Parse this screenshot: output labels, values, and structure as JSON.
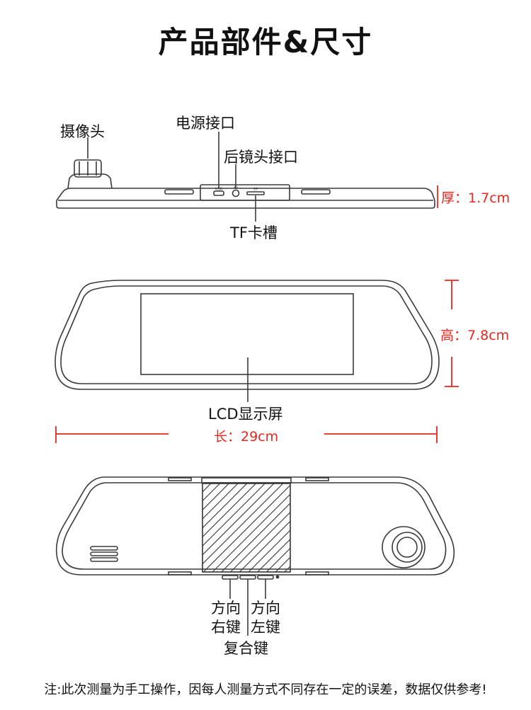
{
  "title": "产品部件&尺寸",
  "side_view": {
    "camera_label": "摄像头",
    "power_port_label": "电源接口",
    "rear_camera_port_label": "后镜头接口",
    "tf_slot_label": "TF卡槽",
    "port_usb": "USB",
    "port_av": "AV",
    "port_tf": "TF",
    "thickness_label": "厚：1.7cm"
  },
  "front_view": {
    "lcd_label": "LCD显示屏",
    "height_label": "高：7.8cm",
    "length_label": "长：29cm"
  },
  "back_view": {
    "btn_right_line1": "方向",
    "btn_right_line2": "右键",
    "btn_left_line1": "方向",
    "btn_left_line2": "左键",
    "btn_combo": "复合键"
  },
  "note": "注:此次测量为手工操作，因每人测量方式不同存在一定的误差，数据仅供参考!",
  "colors": {
    "dimension": "#e8271e",
    "stroke": "#3a3a3a"
  }
}
